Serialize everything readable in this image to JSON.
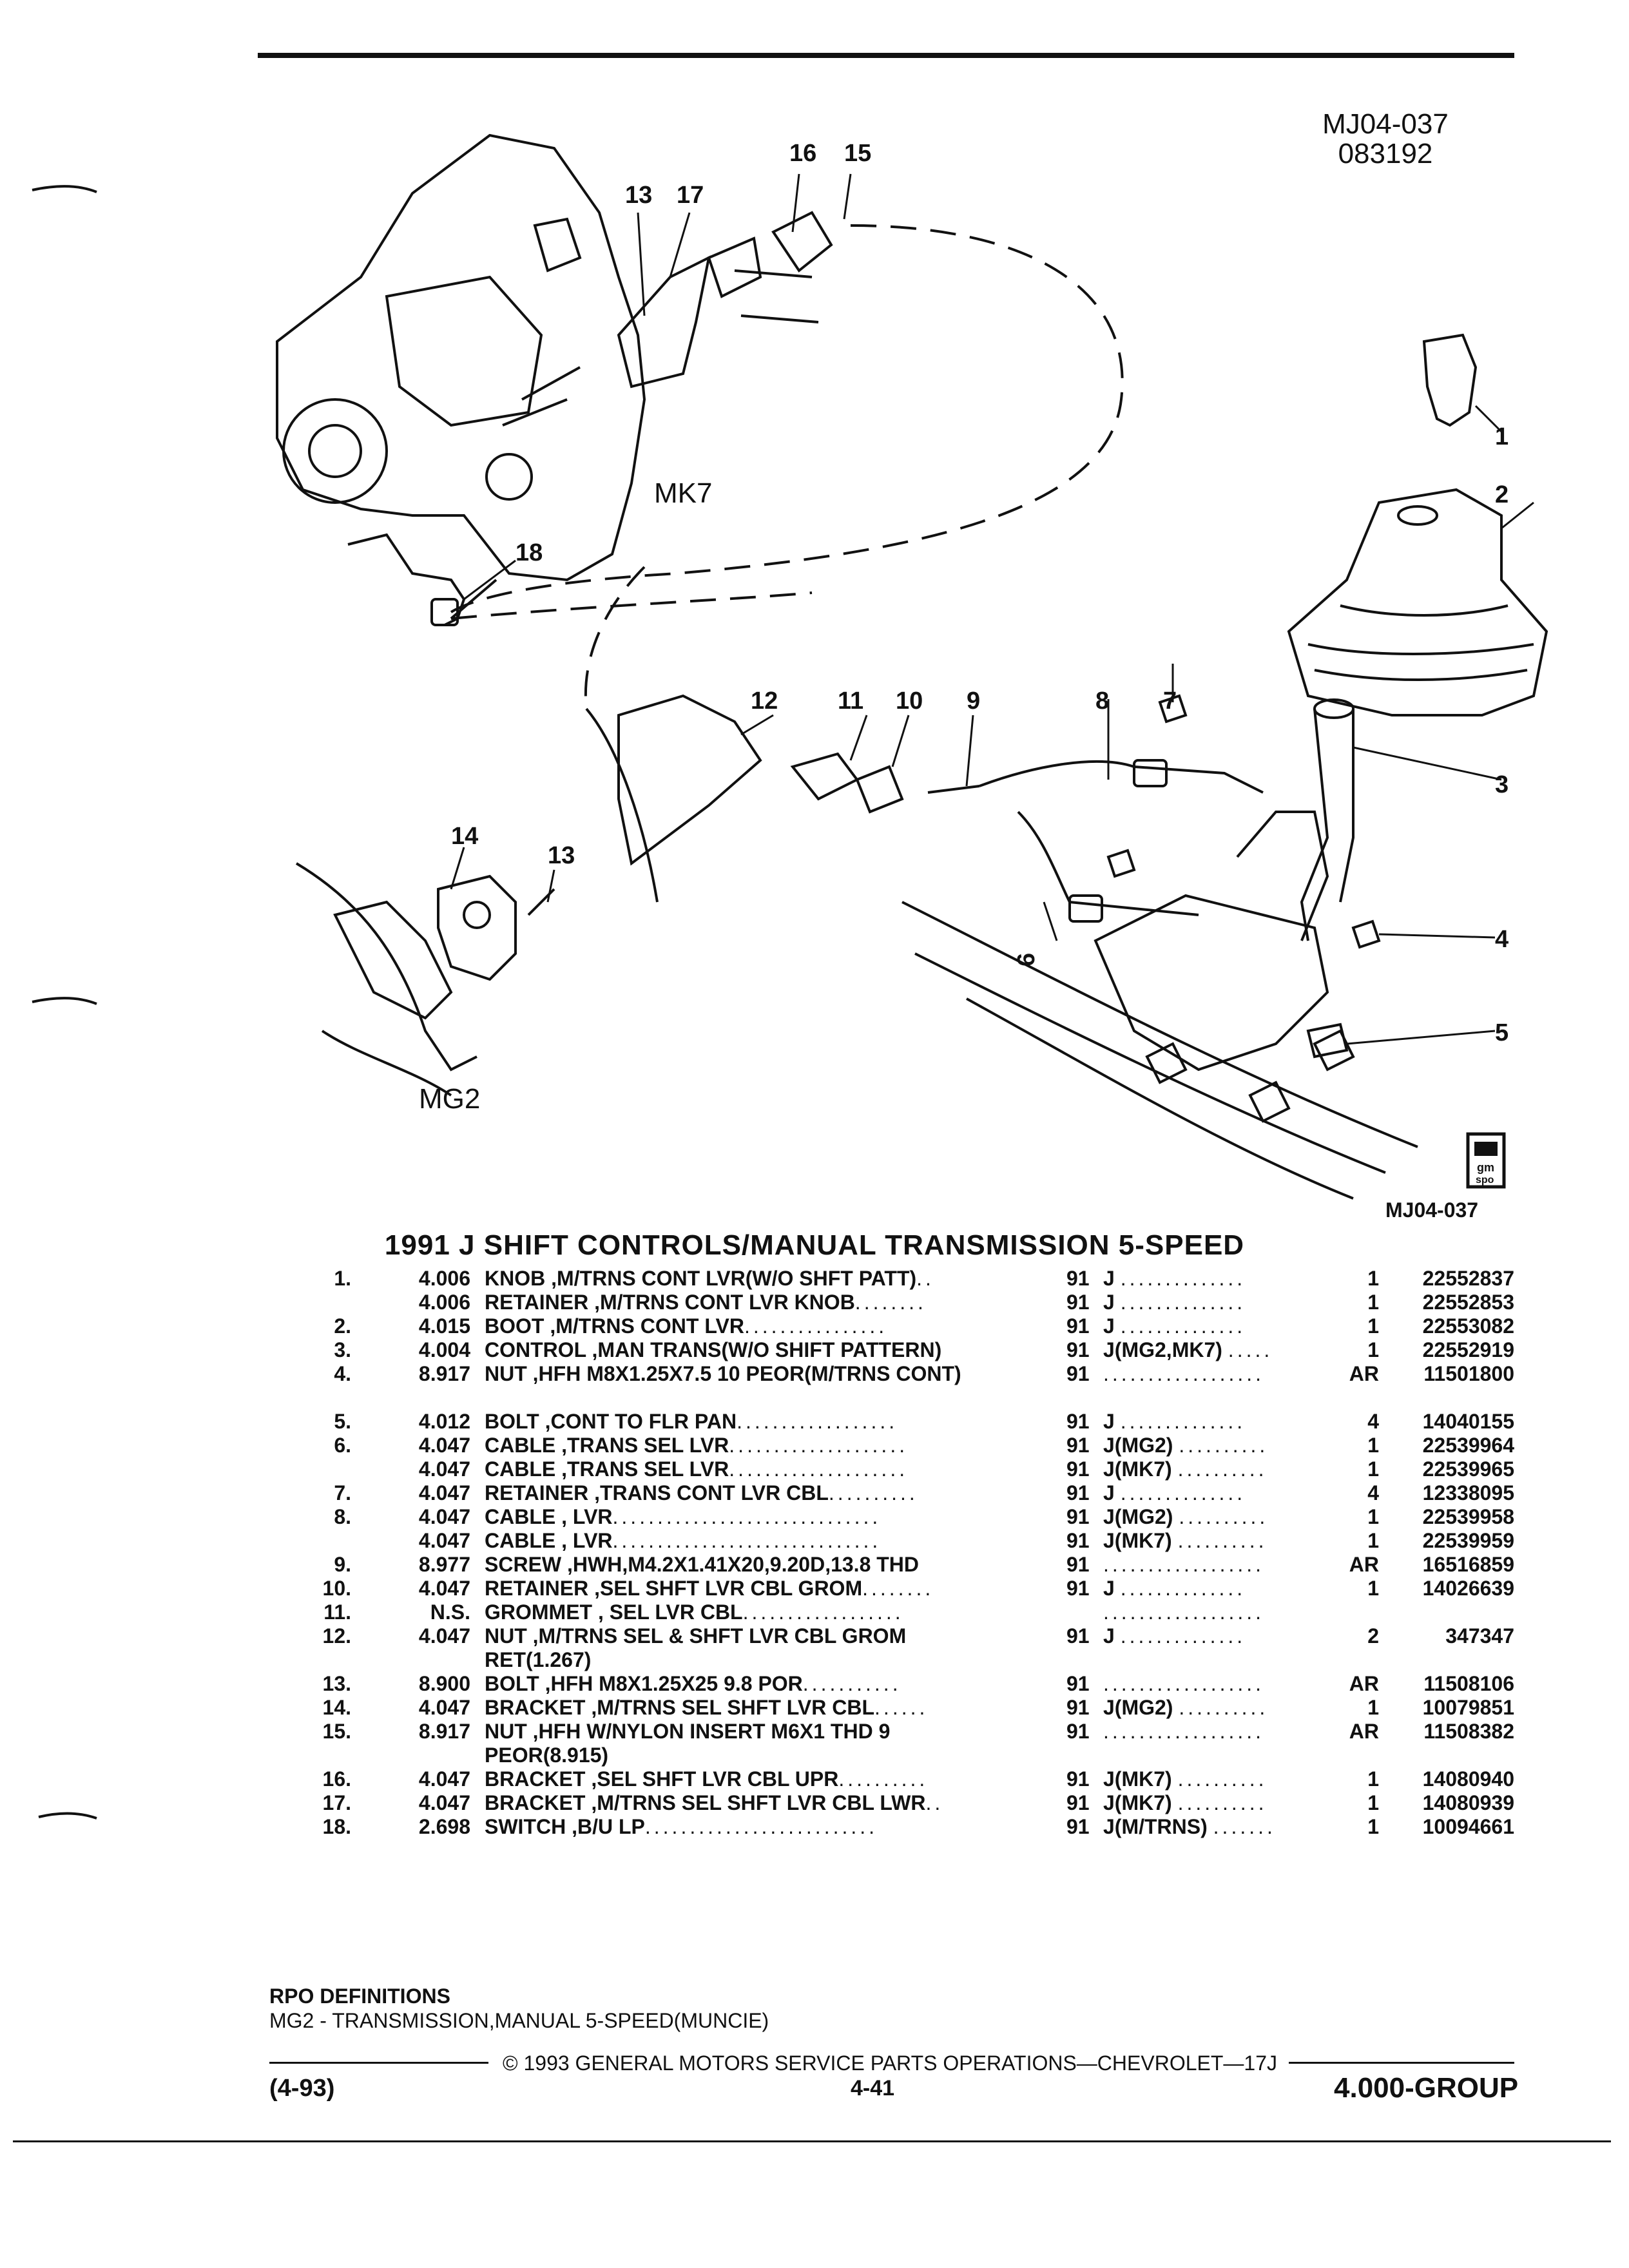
{
  "header": {
    "doc_number": "MJ04-037",
    "doc_date": "083192"
  },
  "diagram": {
    "figure_id": "MJ04-037",
    "labels": {
      "mk7": "MK7",
      "mg2": "MG2"
    },
    "callouts": [
      "1",
      "2",
      "3",
      "4",
      "5",
      "6",
      "7",
      "8",
      "9",
      "10",
      "11",
      "12",
      "13",
      "13",
      "14",
      "15",
      "16",
      "17",
      "18"
    ],
    "logo_text": [
      "gm",
      "spo"
    ]
  },
  "title": "1991 J SHIFT CONTROLS/MANUAL TRANSMISSION 5-SPEED",
  "parts": [
    {
      "item": "1.",
      "code": "4.006",
      "name": "KNOB",
      "desc": " ,M/TRNS CONT LVR(W/O SHFT PATT)",
      "dots": "..",
      "yr": "91",
      "app": "J",
      "adots": "..............",
      "qty": "1",
      "pn": "22552837"
    },
    {
      "item": "",
      "code": "4.006",
      "name": "RETAINER",
      "desc": " ,M/TRNS CONT LVR KNOB",
      "dots": "........",
      "yr": "91",
      "app": "J",
      "adots": "..............",
      "qty": "1",
      "pn": "22552853"
    },
    {
      "item": "2.",
      "code": "4.015",
      "name": "BOOT",
      "desc": " ,M/TRNS CONT LVR",
      "dots": "................",
      "yr": "91",
      "app": "J",
      "adots": "..............",
      "qty": "1",
      "pn": "22553082"
    },
    {
      "item": "3.",
      "code": "4.004",
      "name": "CONTROL",
      "desc": " ,MAN TRANS(W/O SHIFT PATTERN)",
      "dots": "",
      "yr": "91",
      "app": "J(MG2,MK7)",
      "adots": ".....",
      "qty": "1",
      "pn": "22552919"
    },
    {
      "item": "4.",
      "code": "8.917",
      "name": "NUT",
      "desc": " ,HFH M8X1.25X7.5 10 PEOR(M/TRNS CONT)",
      "dots": "",
      "yr": "91",
      "app": "",
      "adots": "..................",
      "qty": "AR",
      "pn": "11501800",
      "tall": true
    },
    {
      "item": "5.",
      "code": "4.012",
      "name": "BOLT",
      "desc": " ,CONT TO FLR PAN",
      "dots": "..................",
      "yr": "91",
      "app": "J",
      "adots": "..............",
      "qty": "4",
      "pn": "14040155"
    },
    {
      "item": "6.",
      "code": "4.047",
      "name": "CABLE",
      "desc": " ,TRANS SEL LVR",
      "dots": "....................",
      "yr": "91",
      "app": "J(MG2)",
      "adots": "..........",
      "qty": "1",
      "pn": "22539964"
    },
    {
      "item": "",
      "code": "4.047",
      "name": "CABLE",
      "desc": " ,TRANS SEL LVR",
      "dots": "....................",
      "yr": "91",
      "app": "J(MK7)",
      "adots": "..........",
      "qty": "1",
      "pn": "22539965"
    },
    {
      "item": "7.",
      "code": "4.047",
      "name": "RETAINER",
      "desc": " ,TRANS CONT LVR CBL",
      "dots": "..........",
      "yr": "91",
      "app": "J",
      "adots": "..............",
      "qty": "4",
      "pn": "12338095"
    },
    {
      "item": "8.",
      "code": "4.047",
      "name": "CABLE",
      "desc": " , LVR",
      "dots": "..............................",
      "yr": "91",
      "app": "J(MG2)",
      "adots": "..........",
      "qty": "1",
      "pn": "22539958"
    },
    {
      "item": "",
      "code": "4.047",
      "name": "CABLE",
      "desc": " , LVR",
      "dots": "..............................",
      "yr": "91",
      "app": "J(MK7)",
      "adots": "..........",
      "qty": "1",
      "pn": "22539959"
    },
    {
      "item": "9.",
      "code": "8.977",
      "name": "SCREW",
      "desc": " ,HWH,M4.2X1.41X20,9.20D,13.8 THD",
      "dots": "",
      "yr": "91",
      "app": "",
      "adots": "..................",
      "qty": "AR",
      "pn": "16516859"
    },
    {
      "item": "10.",
      "code": "4.047",
      "name": "RETAINER",
      "desc": " ,SEL SHFT LVR CBL GROM",
      "dots": "........",
      "yr": "91",
      "app": "J",
      "adots": "..............",
      "qty": "1",
      "pn": "14026639"
    },
    {
      "item": "11.",
      "code": "N.S.",
      "name": "GROMMET",
      "desc": " , SEL LVR CBL",
      "dots": "..................",
      "yr": "",
      "app": "",
      "adots": "..................",
      "qty": "",
      "pn": ""
    },
    {
      "item": "12.",
      "code": "4.047",
      "name": "NUT",
      "desc": " ,M/TRNS SEL & SHFT LVR CBL GROM RET(1.267)",
      "dots": "",
      "yr": "91",
      "app": "J",
      "adots": "..............",
      "qty": "2",
      "pn": "347347",
      "tall": true
    },
    {
      "item": "13.",
      "code": "8.900",
      "name": "BOLT",
      "desc": " ,HFH M8X1.25X25 9.8 POR",
      "dots": "...........",
      "yr": "91",
      "app": "",
      "adots": "..................",
      "qty": "AR",
      "pn": "11508106"
    },
    {
      "item": "14.",
      "code": "4.047",
      "name": "BRACKET",
      "desc": " ,M/TRNS SEL SHFT LVR CBL",
      "dots": "......",
      "yr": "91",
      "app": "J(MG2)",
      "adots": "..........",
      "qty": "1",
      "pn": "10079851"
    },
    {
      "item": "15.",
      "code": "8.917",
      "name": "NUT",
      "desc": " ,HFH W/NYLON INSERT M6X1 THD 9 PEOR(8.915)",
      "dots": "",
      "yr": "91",
      "app": "",
      "adots": "..................",
      "qty": "AR",
      "pn": "11508382",
      "tall": true
    },
    {
      "item": "16.",
      "code": "4.047",
      "name": "BRACKET",
      "desc": " ,SEL SHFT LVR CBL UPR",
      "dots": "..........",
      "yr": "91",
      "app": "J(MK7)",
      "adots": "..........",
      "qty": "1",
      "pn": "14080940"
    },
    {
      "item": "17.",
      "code": "4.047",
      "name": "BRACKET",
      "desc": " ,M/TRNS SEL SHFT LVR CBL LWR",
      "dots": "..",
      "yr": "91",
      "app": "J(MK7)",
      "adots": "..........",
      "qty": "1",
      "pn": "14080939"
    },
    {
      "item": "18.",
      "code": "2.698",
      "name": "SWITCH",
      "desc": " ,B/U LP",
      "dots": "..........................",
      "yr": "91",
      "app": "J(M/TRNS)",
      "adots": ".......",
      "qty": "1",
      "pn": "10094661"
    }
  ],
  "rpo": {
    "heading": "RPO DEFINITIONS",
    "definition": "MG2 - TRANSMISSION,MANUAL 5-SPEED(MUNCIE)"
  },
  "footer": {
    "copyright": "© 1993 GENERAL MOTORS SERVICE PARTS OPERATIONS—CHEVROLET—17J",
    "date": "(4-93)",
    "page": "4-41",
    "group": "4.000-GROUP"
  }
}
